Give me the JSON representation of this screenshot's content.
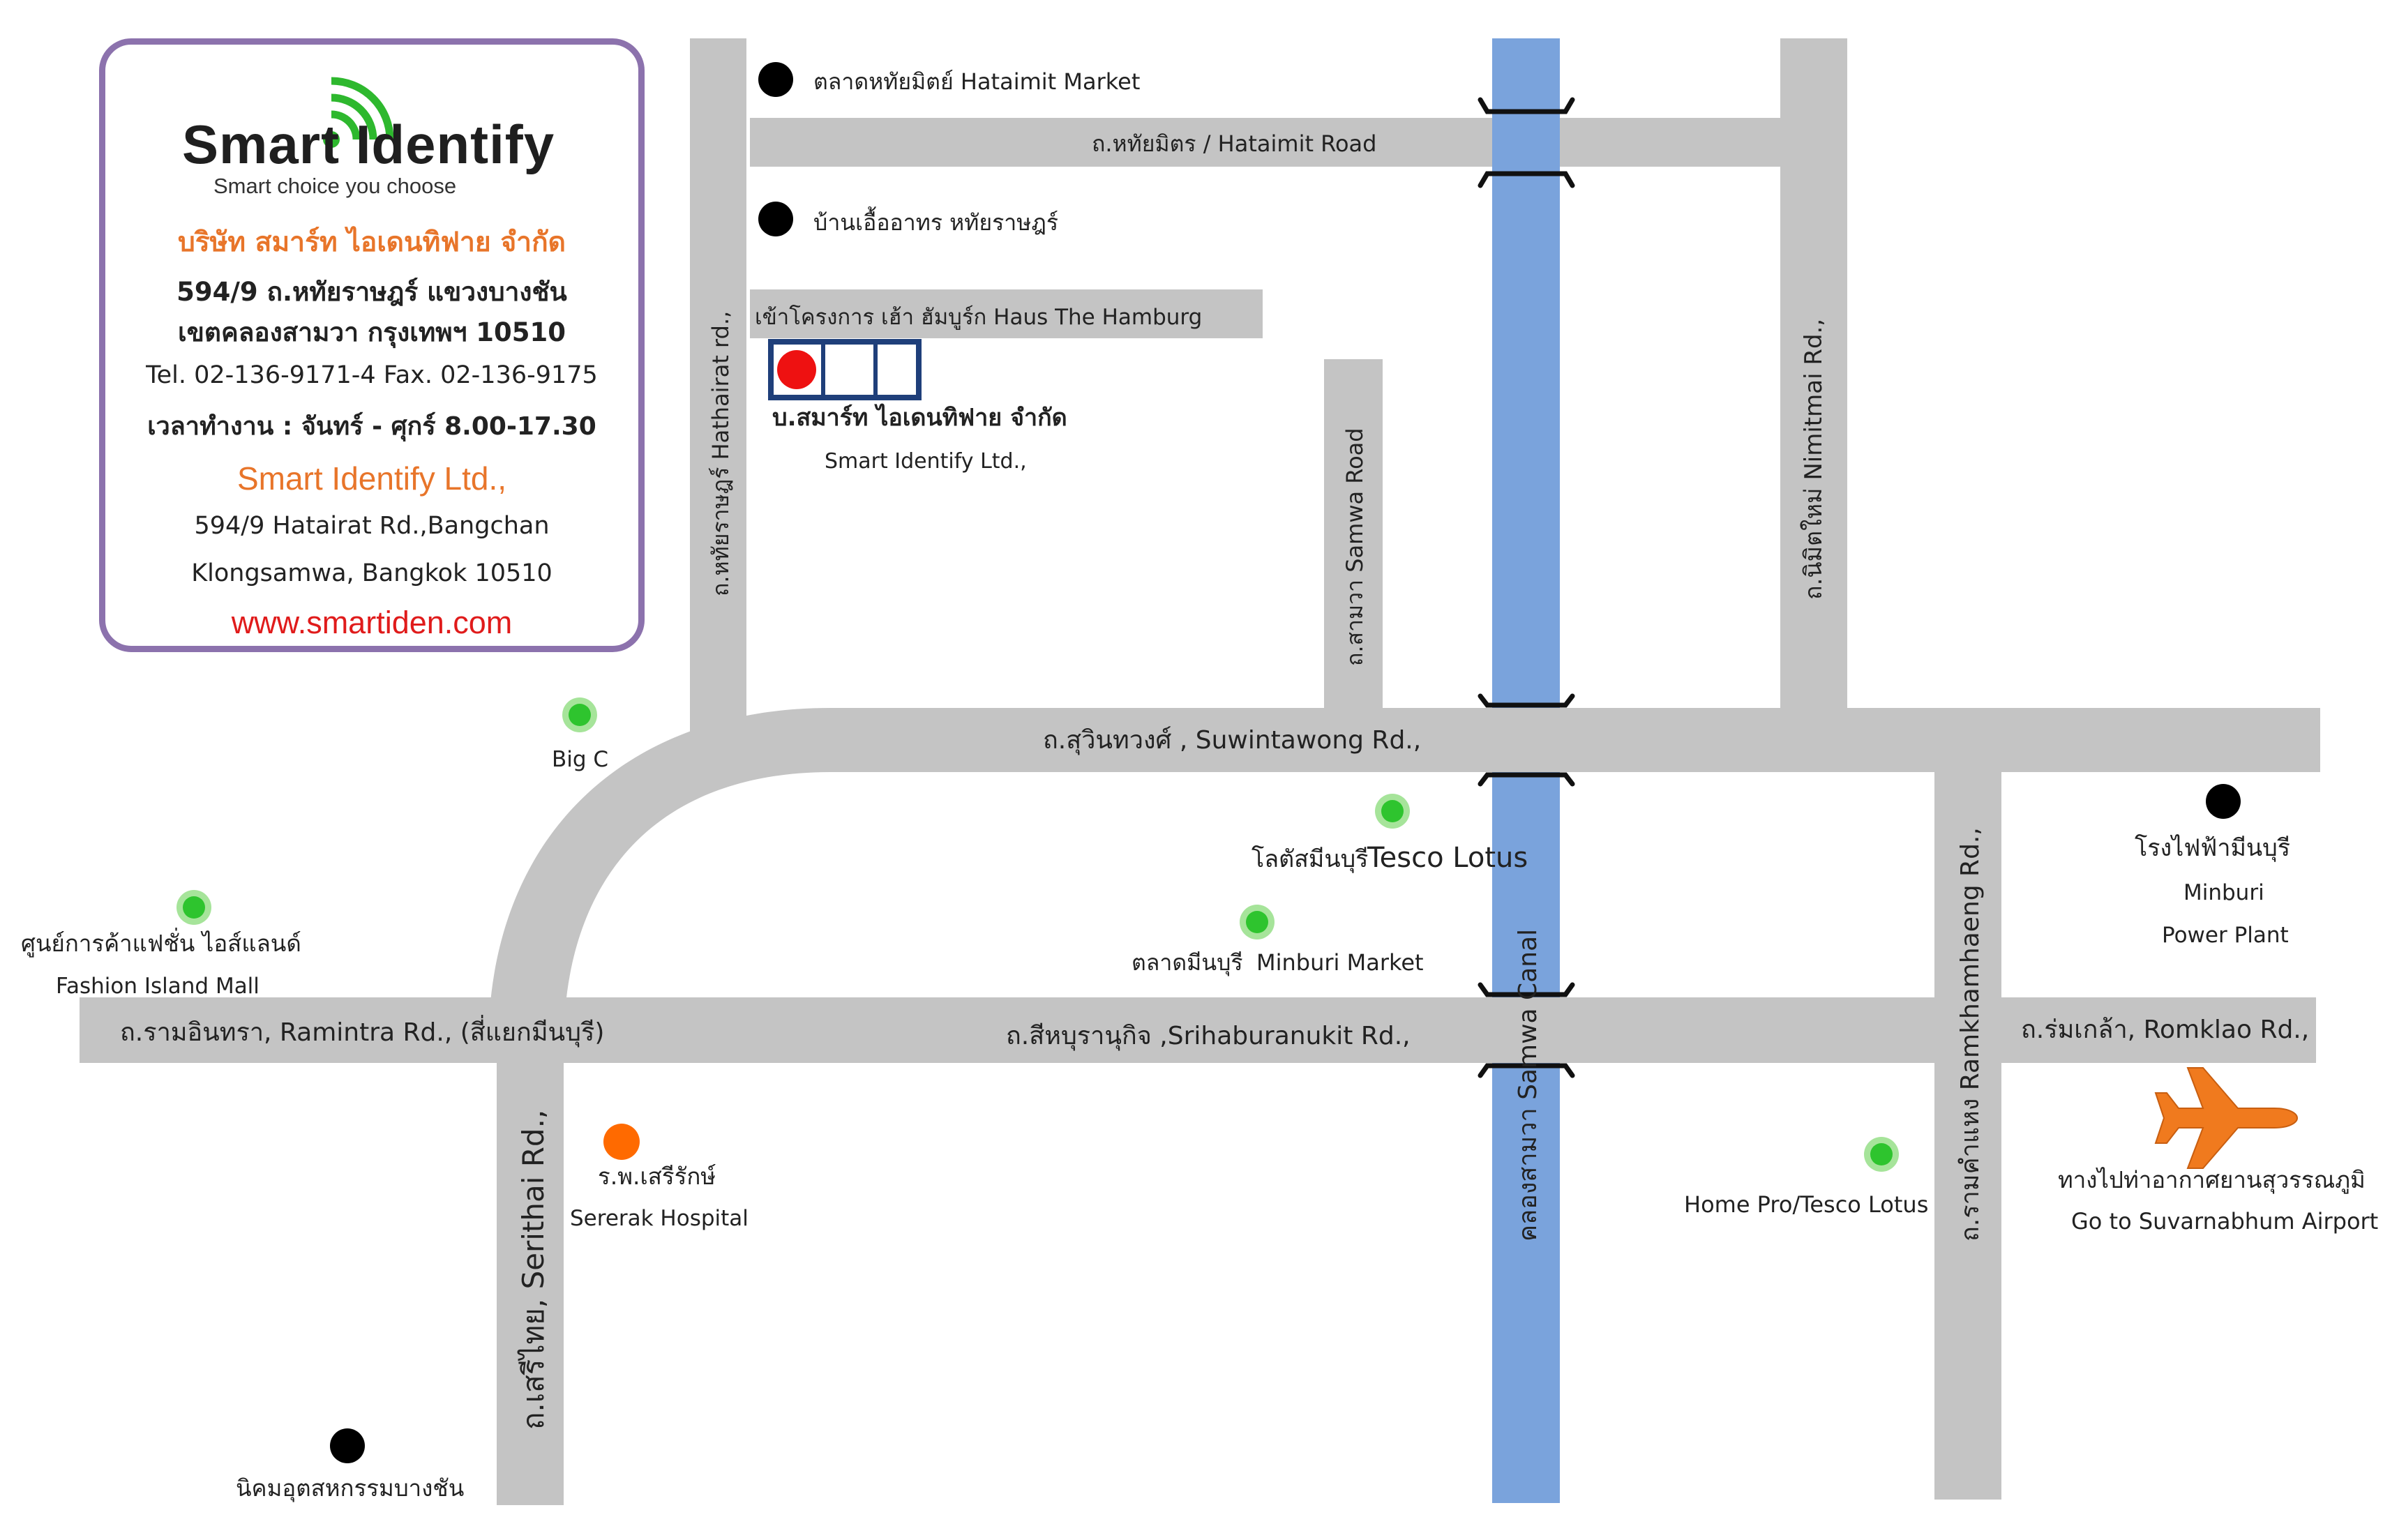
{
  "colors": {
    "road": "#c4c4c4",
    "canal": "#7aa3dc",
    "card_border": "#8c72ad",
    "orange_text": "#e8752a",
    "red_text": "#e01b1b",
    "green_marker": "#2ec42e",
    "orange_marker": "#ff6a00",
    "company_marker": "#ee1111",
    "building_outline": "#1f3f7a",
    "airplane": "#f07a1e"
  },
  "card": {
    "logo_text": "Smart Identify",
    "logo_tagline": "Smart choice you choose",
    "logo_icon": "wifi-signal-icon",
    "company_th": "บริษัท สมาร์ท ไอเดนทิฟาย จำกัด",
    "address_th_1": "594/9 ถ.หทัยราษฎร์ แขวงบางชัน",
    "address_th_2": "เขตคลองสามวา กรุงเทพฯ 10510",
    "phone": "Tel. 02-136-9171-4 Fax. 02-136-9175",
    "hours": "เวลาทำงาน : จันทร์ - ศุกร์  8.00-17.30",
    "company_en": "Smart Identify Ltd.,",
    "address_en_1": "594/9 Hatairat Rd.,Bangchan",
    "address_en_2": "Klongsamwa, Bangkok 10510",
    "website": "www.smartiden.com"
  },
  "roads": {
    "hataimit": "ถ.หทัยมิตร / Hataimit Road",
    "hathairat": "ถ.หทัยราษฎร์  Hathairat rd.,",
    "haus_entrance": "เข้าโครงการ เฮ้า ฮัมบูร์ก Haus The Hamburg",
    "samwa": "ถ.สามวา Samwa Road",
    "nimitmai": "ถ.นิมิตใหม่ Nimitmai Rd.,",
    "suwintawong": "ถ.สุวินทวงศ์ , Suwintawong Rd.,",
    "ramintra": "ถ.รามอินทรา, Ramintra Rd.,  (สี่แยกมีนบุรี)",
    "srihaburanukit": "ถ.สีหบุรานุกิจ ,Srihaburanukit Rd.,",
    "romklao": "ถ.ร่มเกล้า, Romklao Rd.,",
    "serithai": "ถ.เสรีไทย, Serithai Rd.,",
    "ramkhamhaeng": "ถ.รามคำแหง Ramkhamhaeng Rd.,",
    "canal": "คลองสามวา Samwa Canal"
  },
  "places": {
    "hataimit_market": "ตลาดหทัยมิตย์ Hataimit Market",
    "baan_uea": "บ้านเอื้ออาทร หทัยราษฎร์",
    "company_th": "บ.สมาร์ท ไอเดนทิฟาย จำกัด",
    "company_en": "Smart Identify Ltd.,",
    "big_c": "Big C",
    "tesco_th": "โลตัสมีนบุรี",
    "tesco_en": "Tesco Lotus",
    "minburi_market_th": "ตลาดมีนบุรี",
    "minburi_market_en": "Minburi Market",
    "fashion_th": "ศูนย์การค้าแฟชั่น ไอส์แลนด์",
    "fashion_en": "Fashion Island Mall",
    "power_th": "โรงไฟฟ้ามีนบุรี",
    "power_en_1": "Minburi",
    "power_en_2": "Power Plant",
    "sererak_th": "ร.พ.เสรีรักษ์",
    "sererak_en": "Sererak Hospital",
    "homepro": "Home Pro/Tesco Lotus",
    "airport_th": "ทางไปท่าอากาศยานสุวรรณภูมิ",
    "airport_en": "Go to Suvarnabhum Airport",
    "industrial": "นิคมอุตสหกรรมบางชัน"
  },
  "icons": {
    "black_marker": "black-dot-marker",
    "green_marker": "green-dot-marker",
    "orange_marker": "orange-dot-marker",
    "company_marker": "red-dot-marker",
    "airplane": "airplane-icon"
  }
}
